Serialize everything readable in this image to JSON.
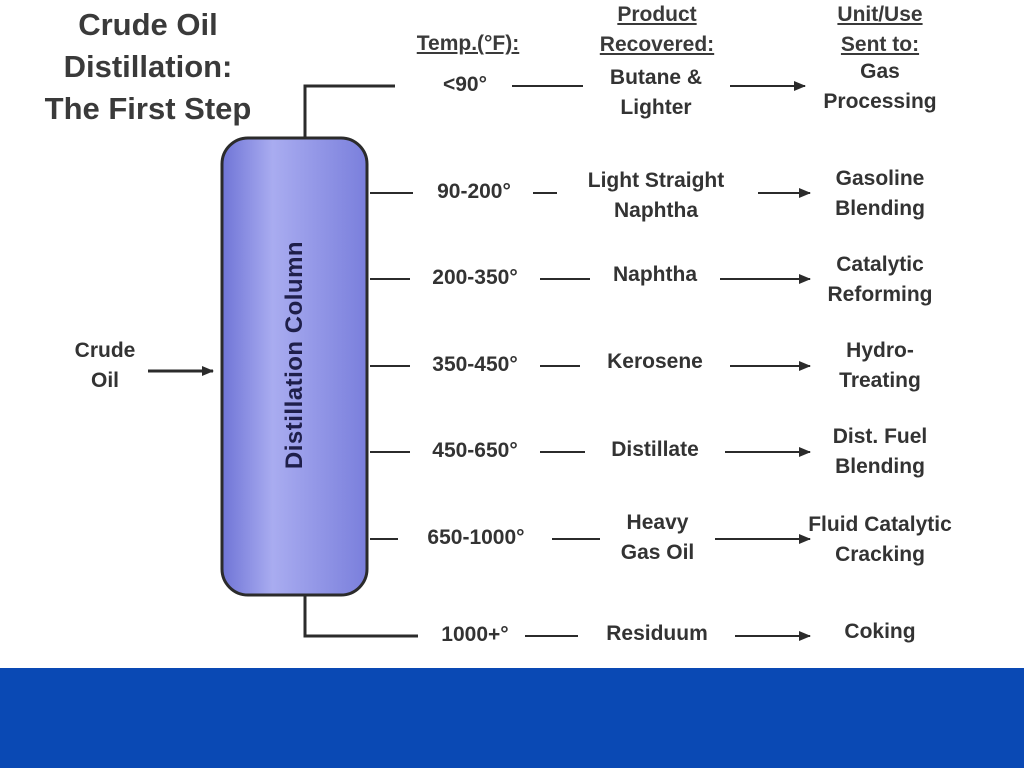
{
  "title": {
    "line1": "Crude Oil",
    "line2": "Distillation:",
    "line3": "The First Step"
  },
  "headers": {
    "temp": "Temp.(°F):",
    "product_line1": "Product",
    "product_line2": "Recovered:",
    "unit_line1": "Unit/Use",
    "unit_line2": "Sent to:"
  },
  "column_label": "Distillation Column",
  "input": {
    "line1": "Crude",
    "line2": "Oil"
  },
  "rows": [
    {
      "temp": "<90°",
      "product1": "Butane &",
      "product2": "Lighter",
      "use1": "Gas",
      "use2": "Processing"
    },
    {
      "temp": "90-200°",
      "product1": "Light Straight",
      "product2": "Naphtha",
      "use1": "Gasoline",
      "use2": "Blending"
    },
    {
      "temp": "200-350°",
      "product1": "Naphtha",
      "product2": "",
      "use1": "Catalytic",
      "use2": "Reforming"
    },
    {
      "temp": "350-450°",
      "product1": "Kerosene",
      "product2": "",
      "use1": "Hydro-",
      "use2": "Treating"
    },
    {
      "temp": "450-650°",
      "product1": "Distillate",
      "product2": "",
      "use1": "Dist. Fuel",
      "use2": "Blending"
    },
    {
      "temp": "650-1000°",
      "product1": "Heavy",
      "product2": "Gas Oil",
      "use1": "Fluid Catalytic",
      "use2": "Cracking"
    },
    {
      "temp": "1000+°",
      "product1": "Residuum",
      "product2": "",
      "use1": "Coking",
      "use2": ""
    }
  ],
  "colors": {
    "column_fill": "#8f93e4",
    "column_stroke": "#2b2b2b",
    "footer": "#0a49b4",
    "line": "#2b2b2b"
  }
}
